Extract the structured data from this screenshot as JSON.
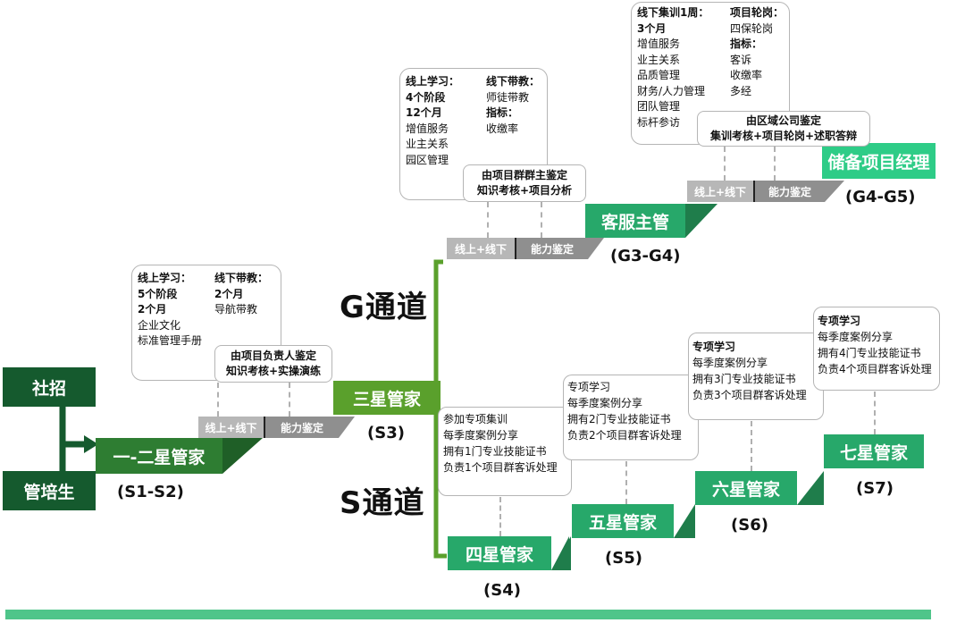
{
  "entry": {
    "social": "社招",
    "trainee": "管培生"
  },
  "channels": {
    "g": "G通道",
    "s": "S通道"
  },
  "bar": {
    "left": "线上+线下",
    "right": "能力鉴定"
  },
  "steps": {
    "s12": {
      "label": "一-二星管家",
      "code": "(S1-S2)"
    },
    "s3": {
      "label": "三星管家",
      "code": "(S3)"
    },
    "g34": {
      "label": "客服主管",
      "code": "(G3-G4)"
    },
    "g45": {
      "label": "储备项目经理",
      "code": "(G4-G5)"
    },
    "s4": {
      "label": "四星管家",
      "code": "(S4)"
    },
    "s5": {
      "label": "五星管家",
      "code": "(S5)"
    },
    "s6": {
      "label": "六星管家",
      "code": "(S6)"
    },
    "s7": {
      "label": "七星管家",
      "code": "(S7)"
    }
  },
  "callout_s12": {
    "left": [
      "线上学习：",
      "5个阶段",
      "2个月",
      "企业文化",
      "标准管理手册"
    ],
    "right": [
      "线下带教：",
      "2个月",
      "导航带教"
    ],
    "appraisal": [
      "由项目负责人鉴定",
      "知识考核+实操演练"
    ]
  },
  "callout_g34": {
    "left": [
      "线上学习：",
      "4个阶段",
      "12个月",
      "增值服务",
      "业主关系",
      "园区管理"
    ],
    "right": [
      "线下带教：",
      "师徒带教",
      "指标：",
      "收缴率"
    ],
    "appraisal": [
      "由项目群群主鉴定",
      "知识考核+项目分析"
    ]
  },
  "callout_g45": {
    "left": [
      "线下集训1周：",
      "3个月",
      "增值服务",
      "业主关系",
      "品质管理",
      "财务/人力管理",
      "团队管理",
      "标杆参访"
    ],
    "right": [
      "项目轮岗：",
      "四保轮岗",
      "指标：",
      "客诉",
      "收缴率",
      "多经"
    ],
    "appraisal": [
      "由区域公司鉴定",
      "集训考核+项目轮岗+述职答辩"
    ]
  },
  "s_boxes": {
    "s4": [
      "参加专项集训",
      "每季度案例分享",
      "拥有1门专业技能证书",
      "负责1个项目群客诉处理"
    ],
    "s5": [
      "专项学习",
      "每季度案例分享",
      "拥有2门专业技能证书",
      "负责2个项目群客诉处理"
    ],
    "s6": [
      "专项学习",
      "每季度案例分享",
      "拥有3门专业技能证书",
      "负责3个项目群客诉处理"
    ],
    "s7": [
      "专项学习",
      "每季度案例分享",
      "拥有4门专业技能证书",
      "负责4个项目群客诉处理"
    ]
  },
  "colors": {
    "dark": "#155a2e",
    "mid": "#2e7d32",
    "s3": "#5aa02c",
    "teal": "#27a86a",
    "light": "#2ecc87",
    "bottom": "#4fc58a"
  }
}
